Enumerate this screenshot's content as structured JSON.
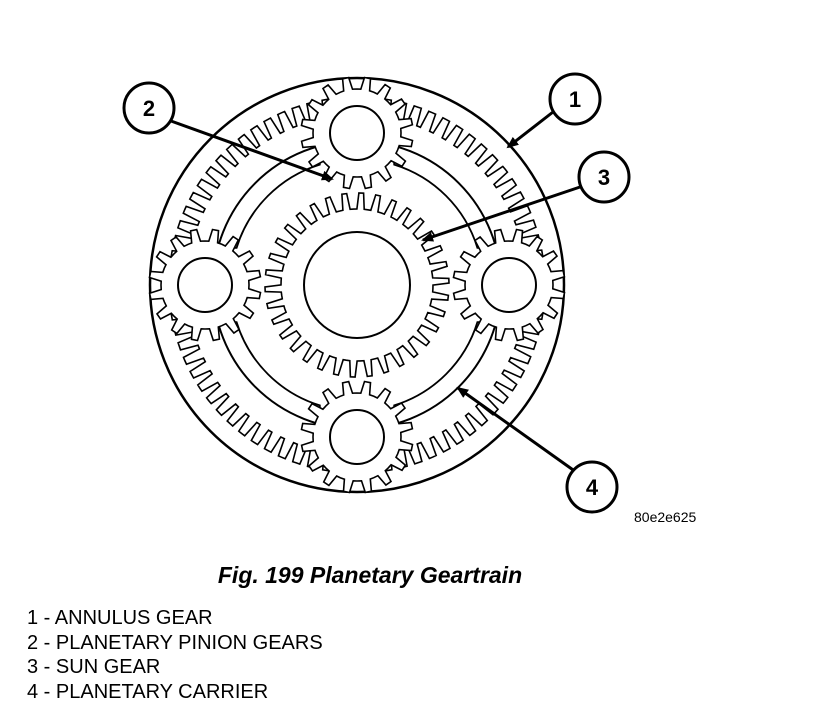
{
  "figure": {
    "callouts": [
      {
        "number": "1"
      },
      {
        "number": "2"
      },
      {
        "number": "3"
      },
      {
        "number": "4"
      }
    ],
    "image_code": "80e2e625",
    "caption": "Fig. 199 Planetary Geartrain"
  },
  "legend": [
    {
      "num": "1",
      "sep": " - ",
      "text": "ANNULUS GEAR"
    },
    {
      "num": "2",
      "sep": " - ",
      "text": "PLANETARY PINION GEARS"
    },
    {
      "num": "3",
      "sep": " - ",
      "text": "SUN GEAR"
    },
    {
      "num": "4",
      "sep": " - ",
      "text": "PLANETARY CARRIER"
    }
  ]
}
